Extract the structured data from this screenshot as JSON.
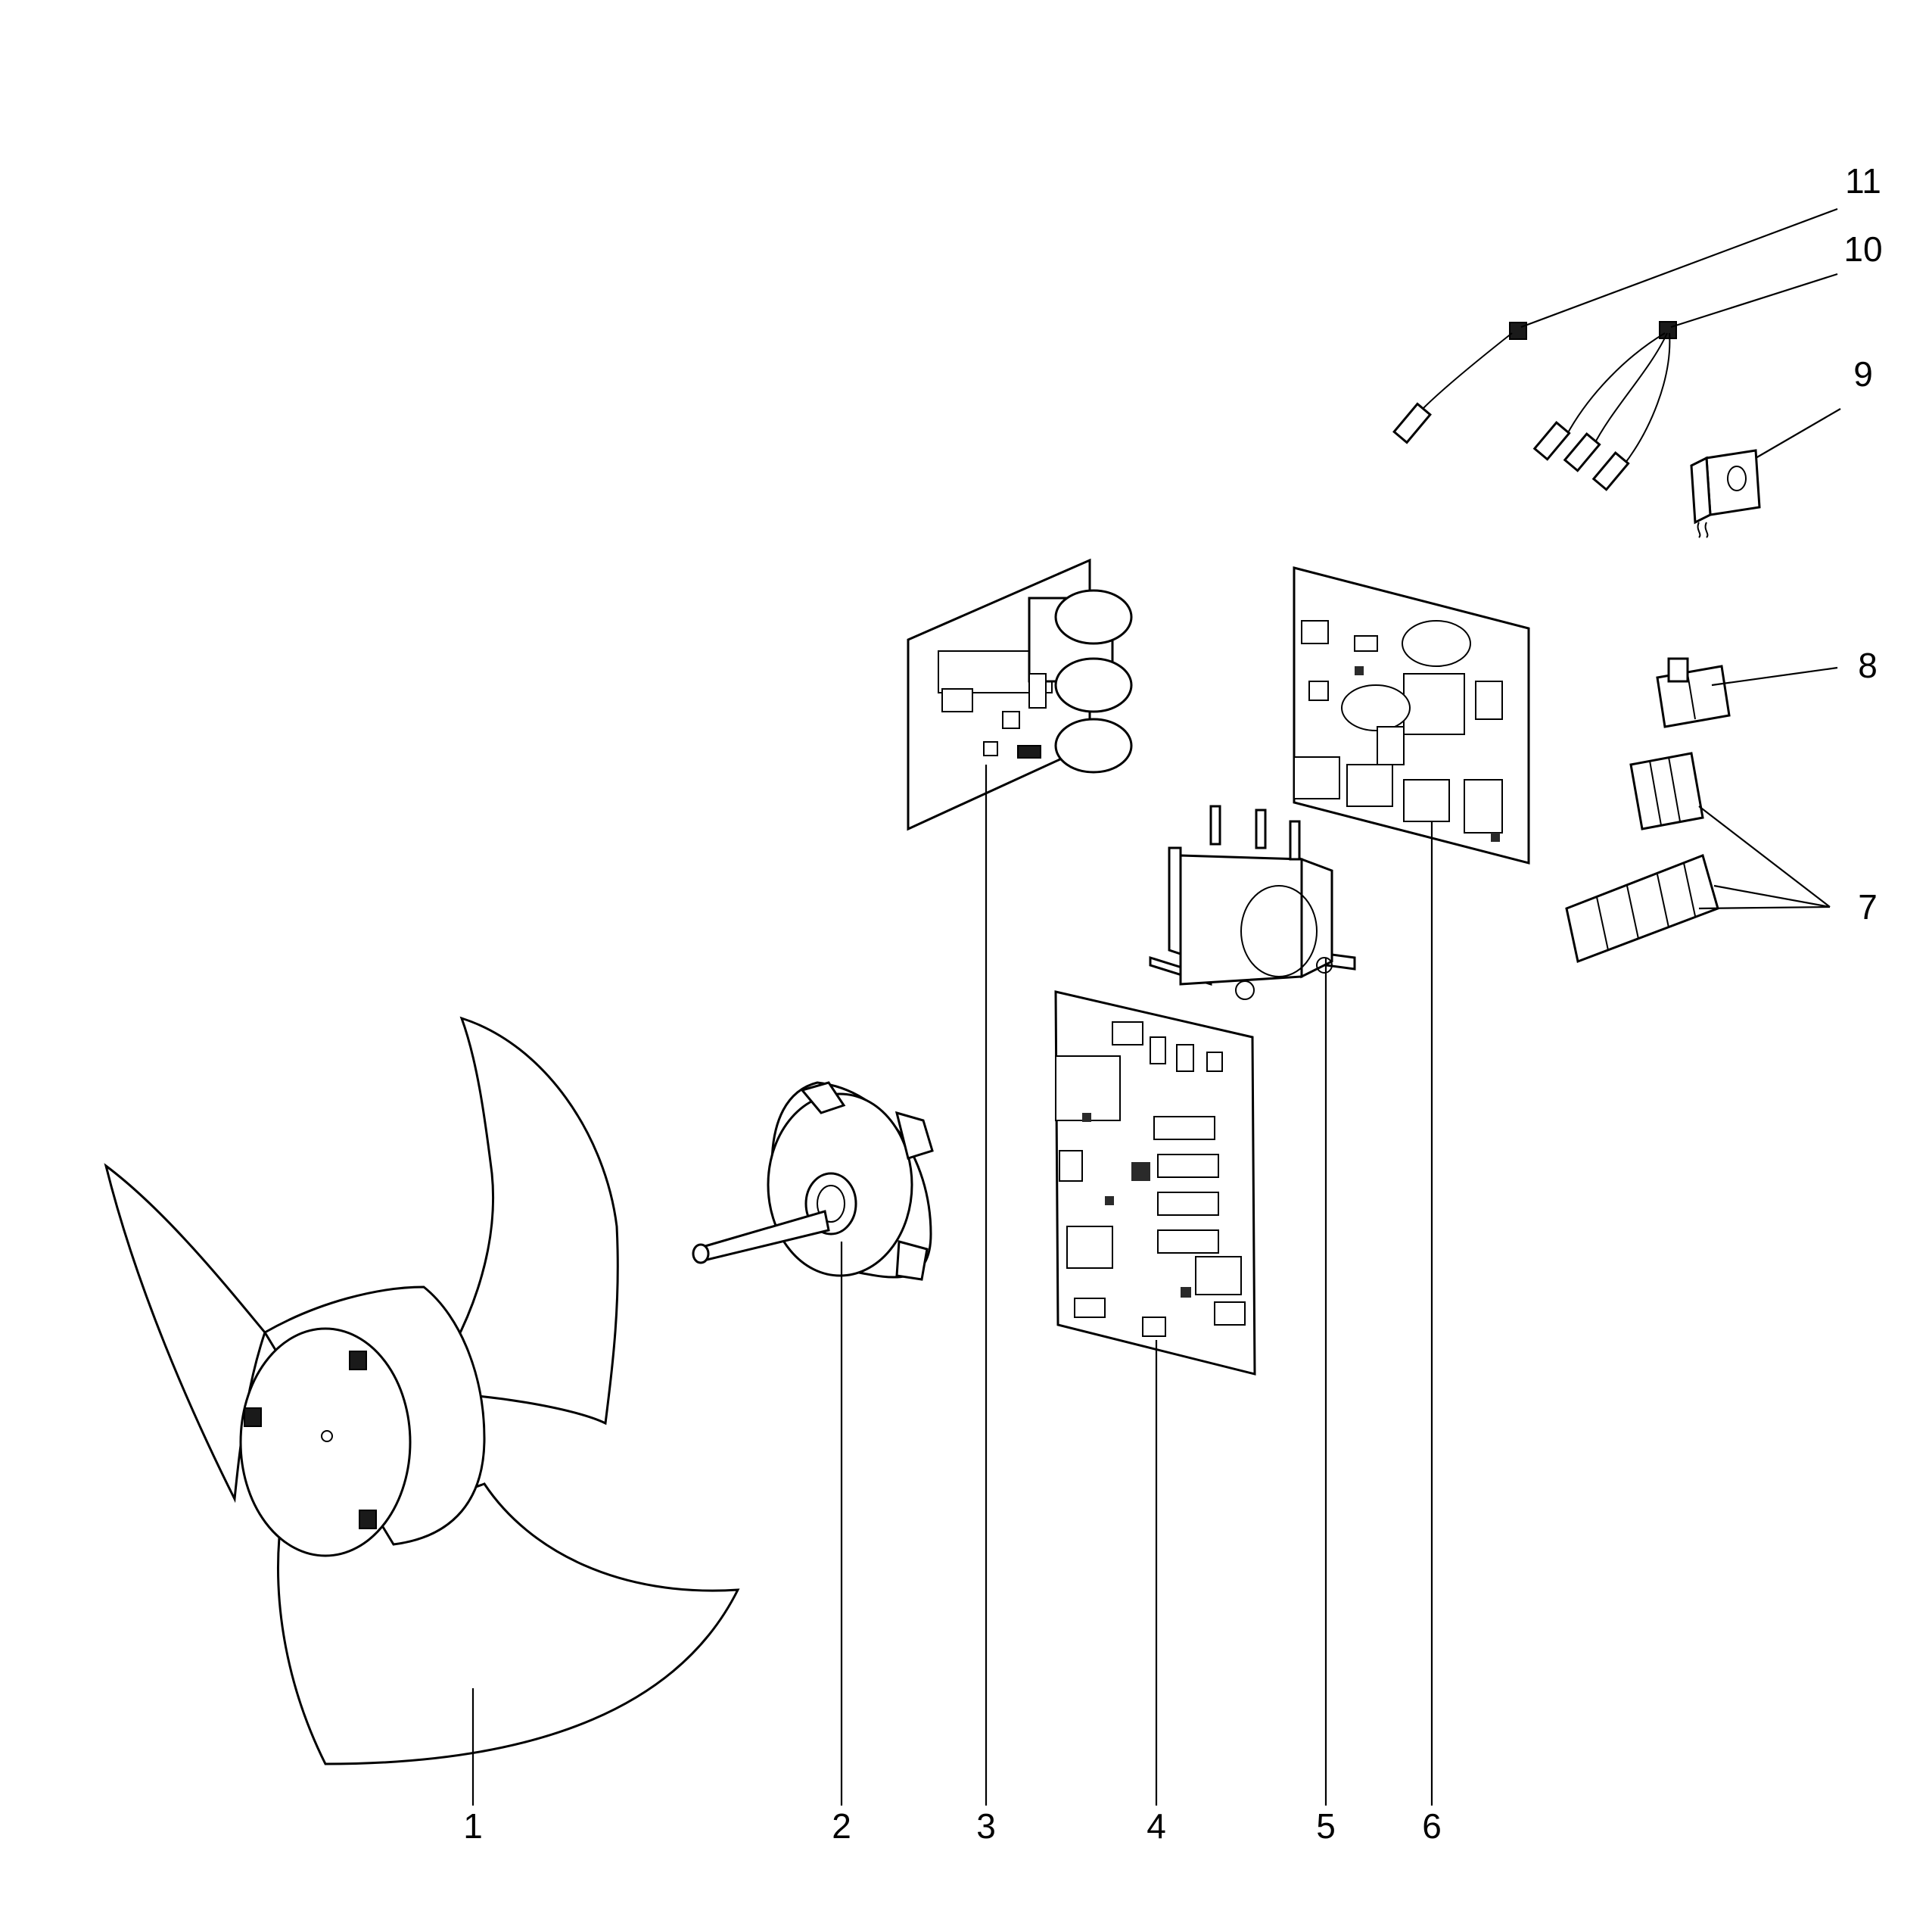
{
  "callouts": {
    "c1": "1",
    "c2": "2",
    "c3": "3",
    "c4": "4",
    "c5": "5",
    "c6": "6",
    "c7": "7",
    "c8": "8",
    "c9": "9",
    "c10": "10",
    "c11": "11"
  },
  "parts": [
    {
      "callout": "1",
      "icon": "fan-blade"
    },
    {
      "callout": "2",
      "icon": "fan-motor"
    },
    {
      "callout": "3",
      "icon": "capacitor-board"
    },
    {
      "callout": "4",
      "icon": "control-pcb"
    },
    {
      "callout": "5",
      "icon": "relay"
    },
    {
      "callout": "6",
      "icon": "filter-pcb"
    },
    {
      "callout": "7",
      "icon": "terminal-blocks"
    },
    {
      "callout": "8",
      "icon": "connector"
    },
    {
      "callout": "9",
      "icon": "coil"
    },
    {
      "callout": "10",
      "icon": "multi-sensor"
    },
    {
      "callout": "11",
      "icon": "single-sensor"
    }
  ],
  "colors": {
    "line": "#000000",
    "background": "#ffffff"
  }
}
